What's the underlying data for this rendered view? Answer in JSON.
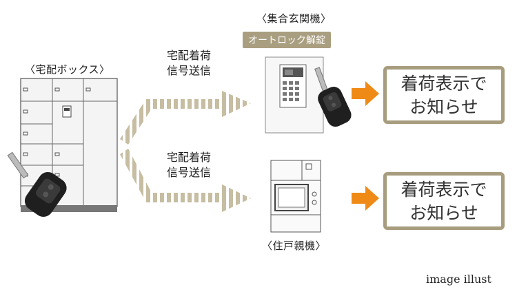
{
  "delivery_box": {
    "label": "〈宅配ボックス〉"
  },
  "entrance": {
    "label": "〈集合玄関機〉",
    "badge": "オートロック解錠"
  },
  "residence": {
    "label": "〈住戸親機〉"
  },
  "signal_top": {
    "line1": "宅配着荷",
    "line2": "信号送信"
  },
  "signal_bottom": {
    "line1": "宅配着荷",
    "line2": "信号送信"
  },
  "notice_top": {
    "line1": "着荷表示で",
    "line2": "お知らせ"
  },
  "notice_bottom": {
    "line1": "着荷表示で",
    "line2": "お知らせ"
  },
  "footnote": "image illust",
  "colors": {
    "accent_beige": "#a99e7f",
    "arrow_orange": "#f08a16",
    "frame": "#a79d7e"
  }
}
